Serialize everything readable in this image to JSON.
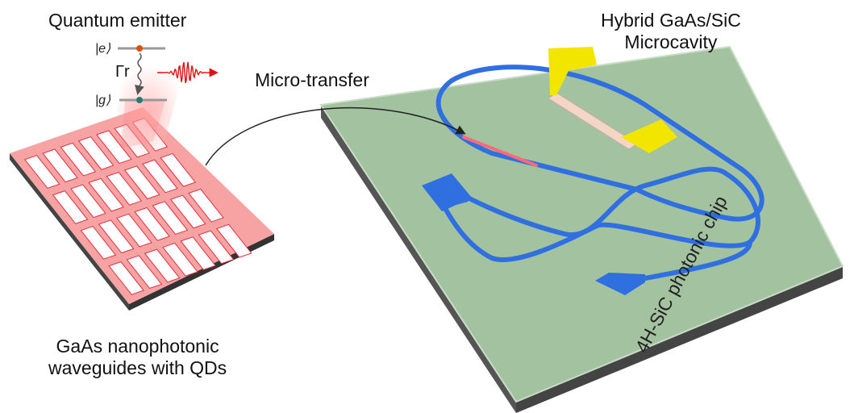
{
  "labels": {
    "emitter_title": "Quantum emitter",
    "excited_state": "|e⟩",
    "ground_state": "|g⟩",
    "decay_rate": "Γr",
    "transfer": "Micro-transfer",
    "cavity_line1": "Hybrid GaAs/SiC",
    "cavity_line2": "Microcavity",
    "waveguide_line1": "GaAs nanophotonic",
    "waveguide_line2": "waveguides with QDs",
    "chip": "4H-SiC photonic chip"
  },
  "colors": {
    "gaas": "#f7a3a3",
    "sic_chip": "#9fbf9c",
    "waveguide": "#2f6fe0",
    "pad": "#f2e600",
    "photon": "#e01010"
  }
}
